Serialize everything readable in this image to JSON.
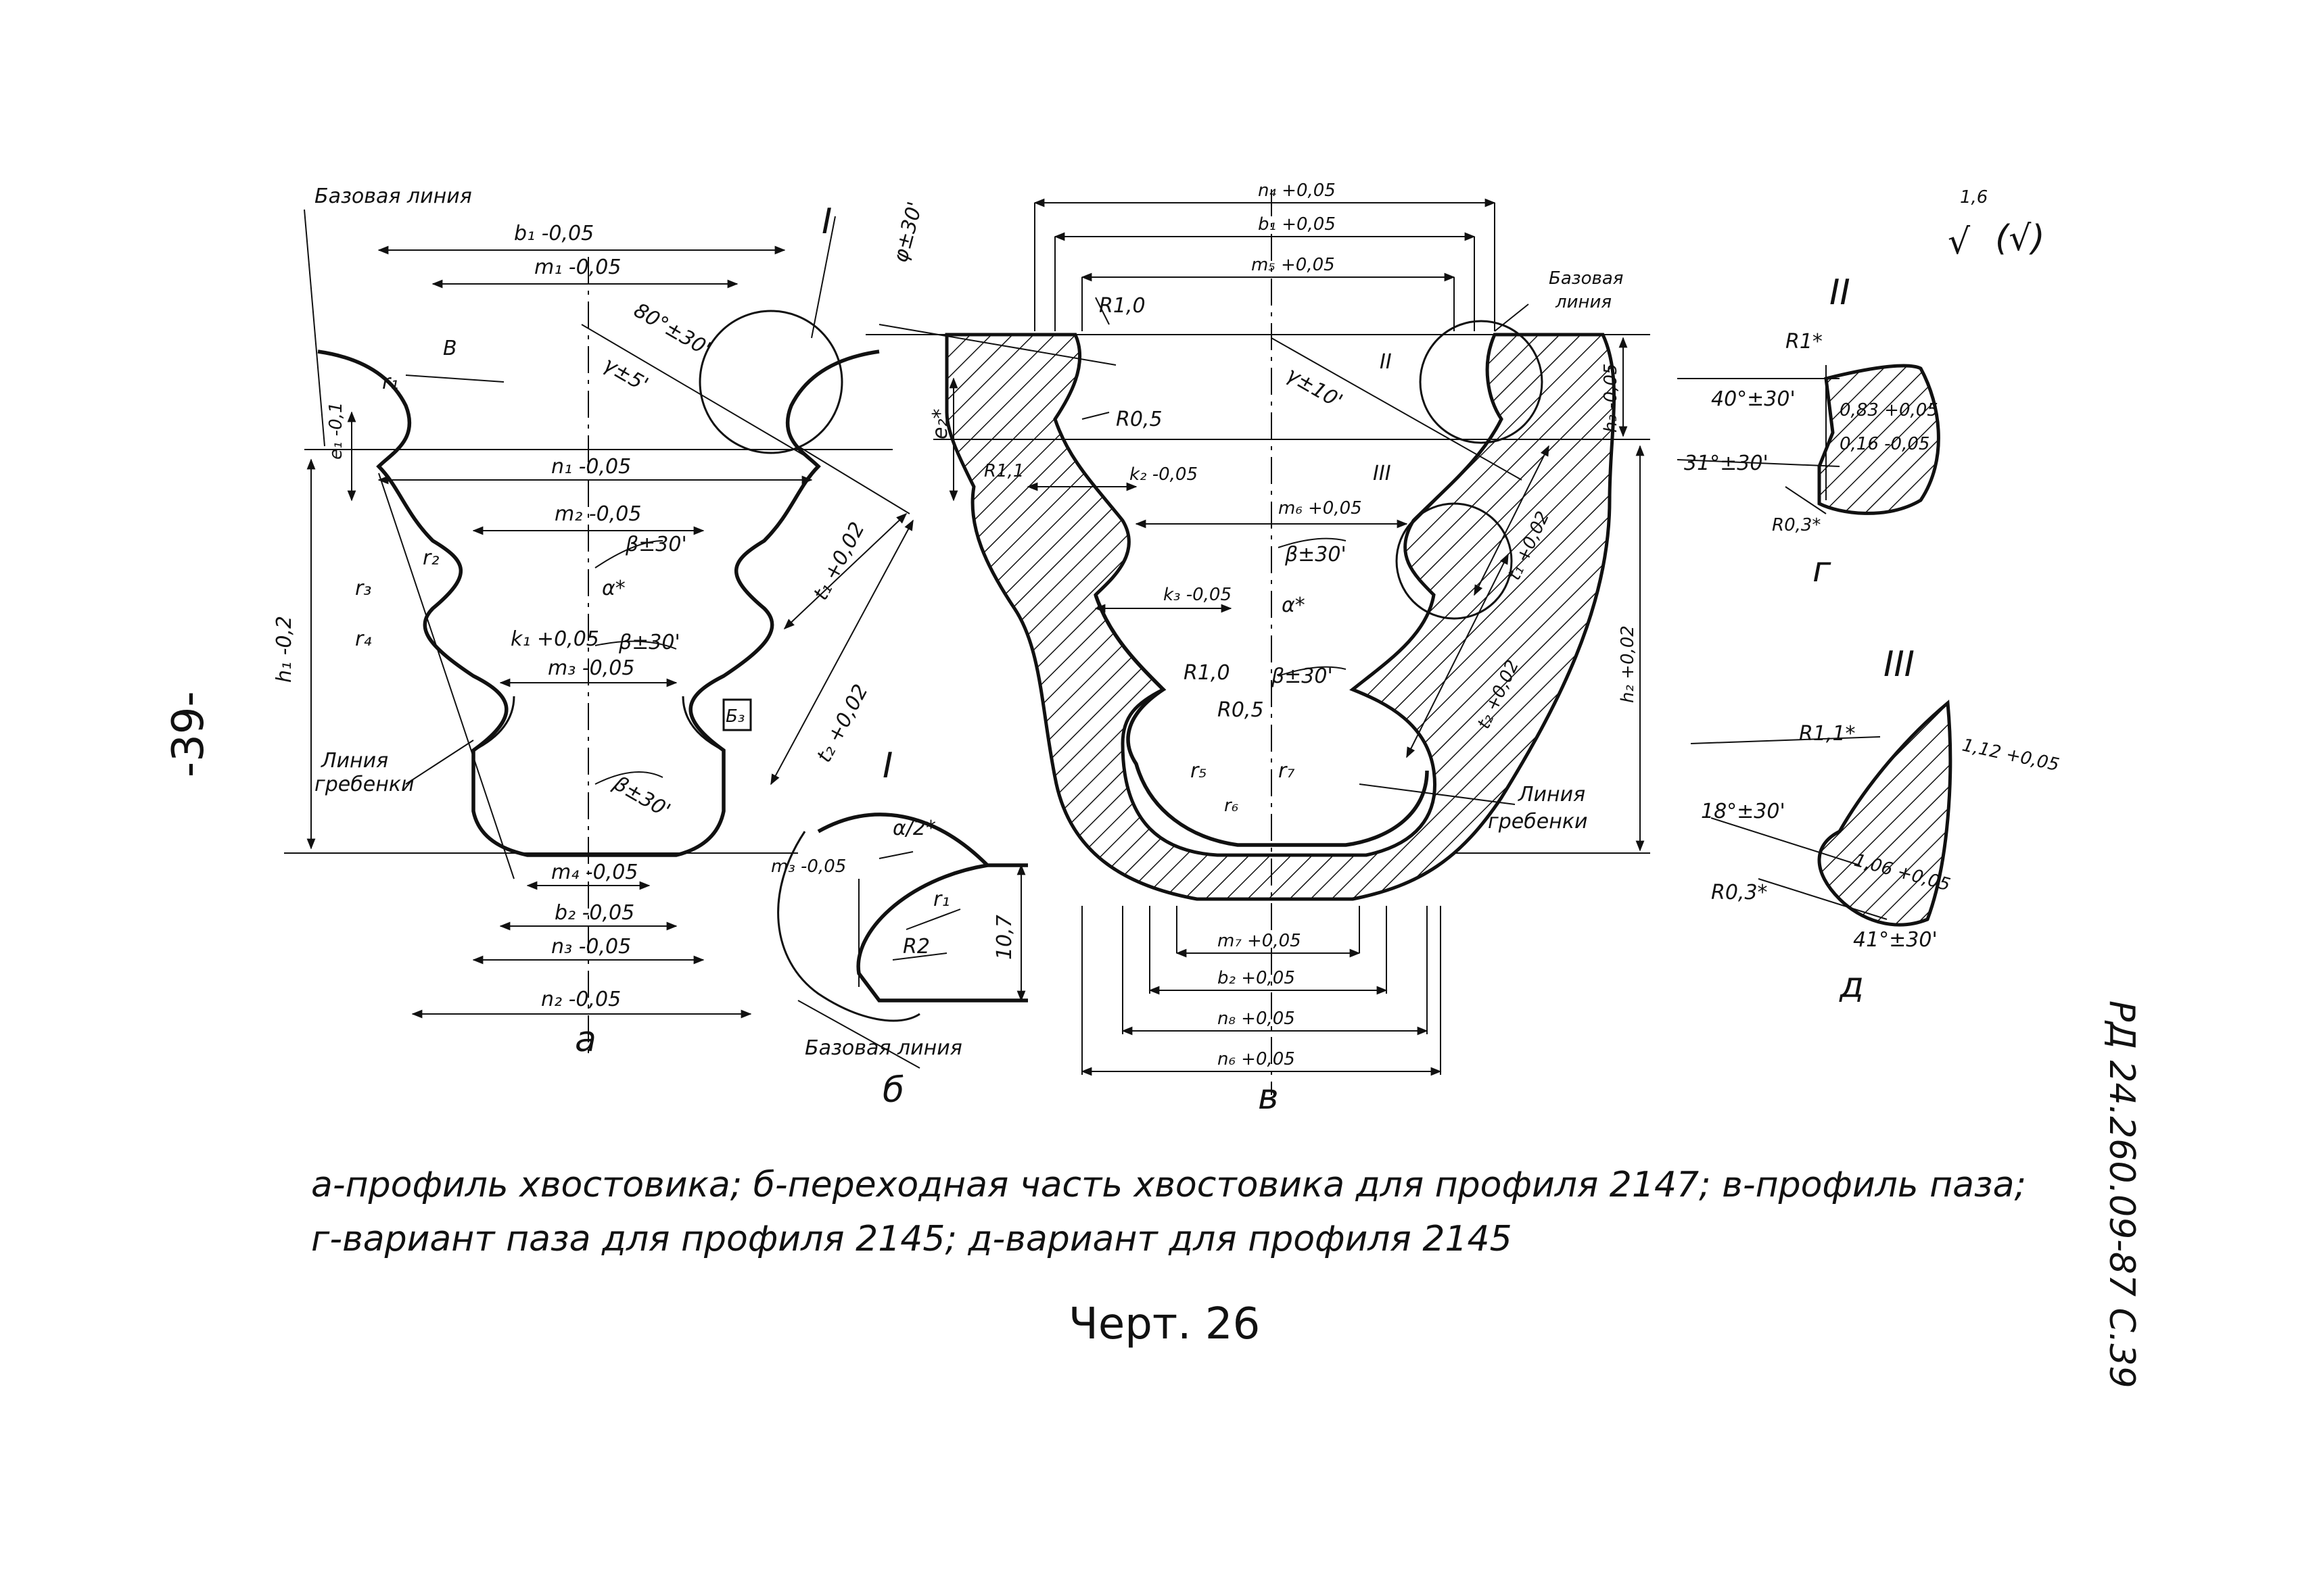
{
  "page": {
    "left_page_number": "-39-",
    "right_code": "РД 24.260.09-87   С.39",
    "roughness_mark": "1,6",
    "roughness_extra": "(√)",
    "roughness_symbol": "√"
  },
  "view_a": {
    "view_letter": "а",
    "base_line": "Базовая линия",
    "comb_line_1": "Линия",
    "comb_line_2": "гребенки",
    "detail_I": "I",
    "section_B": "В",
    "dims": {
      "b1": "b₁ -0,05",
      "m1": "m₁ -0,05",
      "n1": "n₁ -0,05",
      "m2": "m₂ -0,05",
      "m3": "m₃ -0,05",
      "m4": "m₄ -0,05",
      "b2": "b₂ -0,05",
      "n3": "n₃ -0,05",
      "n2": "n₂ -0,05",
      "k1": "k₁ +0,05",
      "h1": "h₁ -0,2",
      "e1": "e₁ -0,1",
      "t1": "t₁ +0,02",
      "t2": "t₂ +0,02",
      "ang_80": "80°±30'",
      "ang_gamma": "γ±5'",
      "ang_beta1": "β±30'",
      "ang_alpha": "α*",
      "ang_beta2": "β±30'",
      "ang_beta3": "β±30'",
      "r1": "r₁",
      "r2": "r₂",
      "r3": "r₃",
      "r4": "r₄",
      "b3_box": "Б₃"
    }
  },
  "view_b": {
    "view_letter": "б",
    "detail": "I",
    "base_line": "Базовая линия",
    "dims": {
      "alpha2": "α/2*",
      "m3": "m₃ -0,05",
      "r1": "r₁",
      "R2": "R2",
      "h": "10,7"
    }
  },
  "view_v": {
    "view_letter": "в",
    "base_line_1": "Базовая",
    "base_line_2": "линия",
    "comb_line_1": "Линия",
    "comb_line_2": "гребенки",
    "detail_II": "II",
    "detail_III": "III",
    "dims": {
      "n4": "n₄ +0,05",
      "b1": "b₁ +0,05",
      "m5": "m₅ +0,05",
      "phi": "φ±30'",
      "R10_top": "R1,0",
      "R05_top": "R0,5",
      "R11": "R1,1",
      "e2": "e₂*",
      "k2": "k₂ -0,05",
      "m6": "m₆ +0,05",
      "k3": "k₃ -0,05",
      "gamma": "γ±10'",
      "beta1": "β±30'",
      "alpha": "α*",
      "beta2": "β±30'",
      "R10_low": "R1,0",
      "R05_low": "R0,5",
      "r5": "r₅",
      "r7": "r₇",
      "r6": "r₆",
      "t1": "t₁ +0,02",
      "t2": "t₂ +0,02",
      "h3": "h₃ -0,05",
      "h2": "h₂ +0,02",
      "m7": "m₇ +0,05",
      "b2": "b₂ +0,05",
      "n8": "n₈ +0,05",
      "n6": "n₆ +0,05"
    }
  },
  "view_g": {
    "view_letter": "г",
    "detail": "II",
    "dims": {
      "R1": "R1*",
      "ang40": "40°±30'",
      "d083": "0,83 +0,05",
      "d016": "0,16 -0,05",
      "ang31": "31°±30'",
      "R03": "R0,3*"
    }
  },
  "view_d": {
    "view_letter": "д",
    "detail": "III",
    "dims": {
      "R11": "R1,1*",
      "d112": "1,12 +0,05",
      "ang18": "18°±30'",
      "d106": "1,06 +0,05",
      "R03": "R0,3*",
      "ang41": "41°±30'"
    }
  },
  "caption": {
    "line1": "а-профиль хвостовика; б-переходная часть хвостовика для профиля 2147; в-профиль паза;",
    "line2": "г-вариант паза для профиля 2145; д-вариант для профиля 2145",
    "figure": "Черт. 26"
  }
}
